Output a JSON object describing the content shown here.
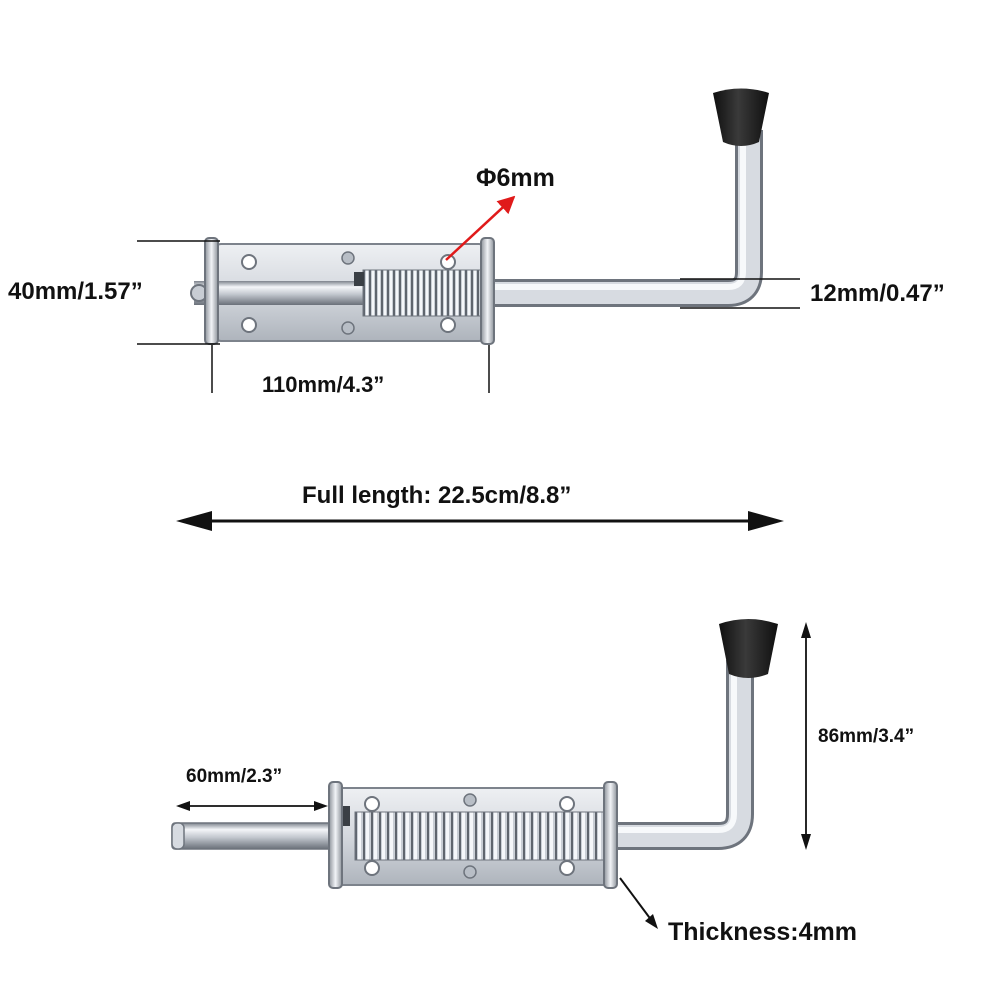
{
  "labels": {
    "height_40": "40mm/1.57”",
    "pin_diameter": "Φ6mm",
    "rod_diameter": "12mm/0.47”",
    "body_length": "110mm/4.3”",
    "full_length": "Full length: 22.5cm/8.8”",
    "pin_extension": "60mm/2.3”",
    "handle_height": "86mm/3.4”",
    "thickness": "Thickness:4mm"
  },
  "colors": {
    "arrow": "#e01a1a",
    "metal_light": "#f2f4f7",
    "metal_mid": "#b9bfc8",
    "metal_dark": "#6e747d",
    "rubber": "#1b1b1b"
  },
  "icons": {
    "upper_item": "spring-bolt-latch-retracted-icon",
    "lower_item": "spring-bolt-latch-extended-icon"
  }
}
